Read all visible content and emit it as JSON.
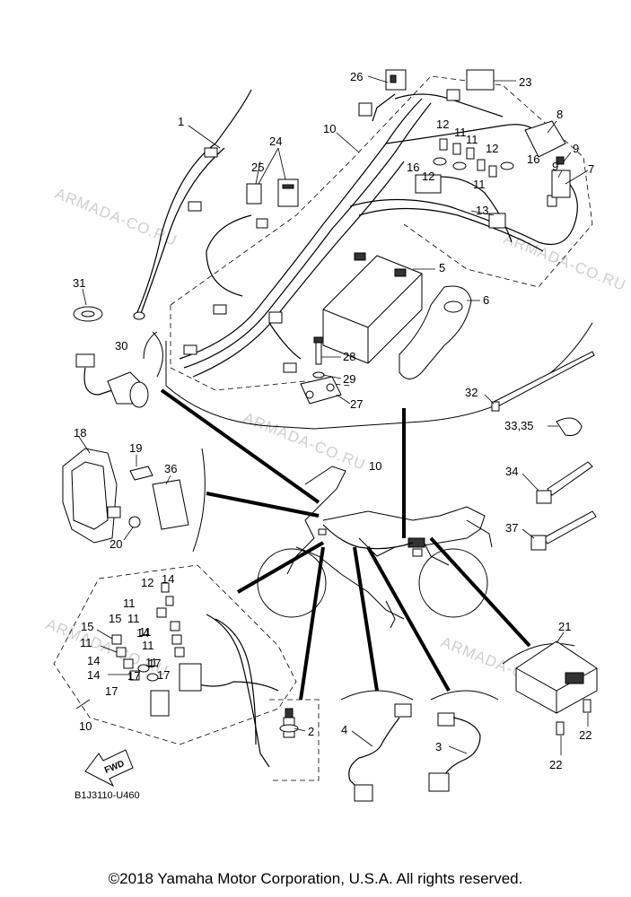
{
  "watermark": "ARMADA-CO.RU",
  "diagram_code": "B1J3110-U460",
  "fwd_label": "FWD",
  "copyright": "©2018 Yamaha Motor Corporation, U.S.A. All rights reserved.",
  "callouts": [
    "1",
    "2",
    "3",
    "4",
    "5",
    "6",
    "7",
    "8",
    "9",
    "9",
    "10",
    "10",
    "10",
    "11",
    "11",
    "11",
    "11",
    "11",
    "11",
    "11",
    "11",
    "11",
    "12",
    "12",
    "12",
    "12",
    "13",
    "14",
    "14",
    "14",
    "14",
    "15",
    "15",
    "16",
    "16",
    "17",
    "17",
    "17",
    "17",
    "18",
    "19",
    "20",
    "21",
    "22",
    "22",
    "23",
    "24",
    "25",
    "26",
    "27",
    "28",
    "29",
    "30",
    "31",
    "32",
    "33,35",
    "34",
    "36",
    "37"
  ]
}
